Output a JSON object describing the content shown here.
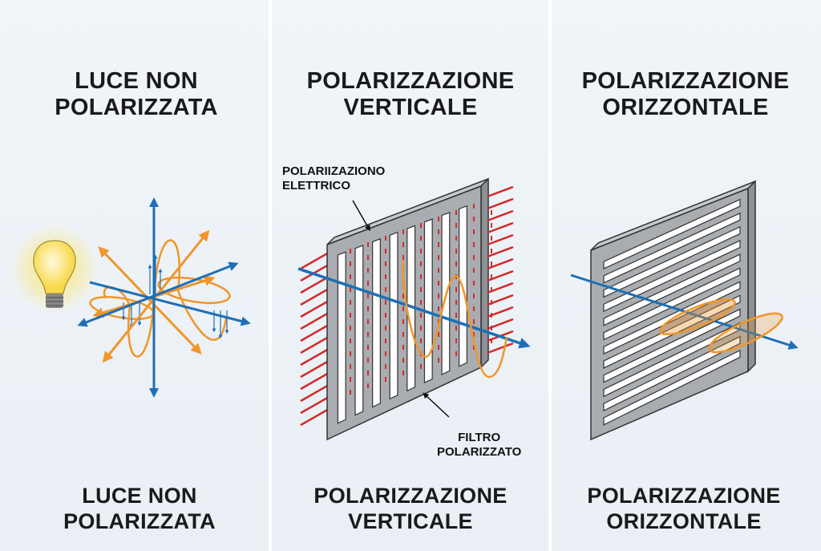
{
  "panels": [
    {
      "title_top": [
        "LUCE NON",
        "POLARIZZATA"
      ],
      "title_bottom": [
        "LUCE NON",
        "POLARIZZATA"
      ],
      "icon": "light-bulb-icon"
    },
    {
      "title_top": [
        "POLARIZZAZIONE",
        "VERTICALE"
      ],
      "title_bottom": [
        "POLARIZZAZIONE",
        "VERTICALE"
      ],
      "callouts": {
        "top": [
          "POLARIIZAZIONO",
          "ELETTRICO"
        ],
        "bottom": [
          "FILTRO",
          "POLARIZZATO"
        ]
      },
      "slits": 8
    },
    {
      "title_top": [
        "POLARIZZAZIONE",
        "ORIZZONTALE"
      ],
      "title_bottom": [
        "POLARIZZAZIONE",
        "ORIZZONTALE"
      ],
      "slats": 12
    }
  ],
  "colors": {
    "blue": "#1f6fb5",
    "orange": "#f0962a",
    "red": "#d22b2b",
    "filter": "#a9acb0"
  }
}
